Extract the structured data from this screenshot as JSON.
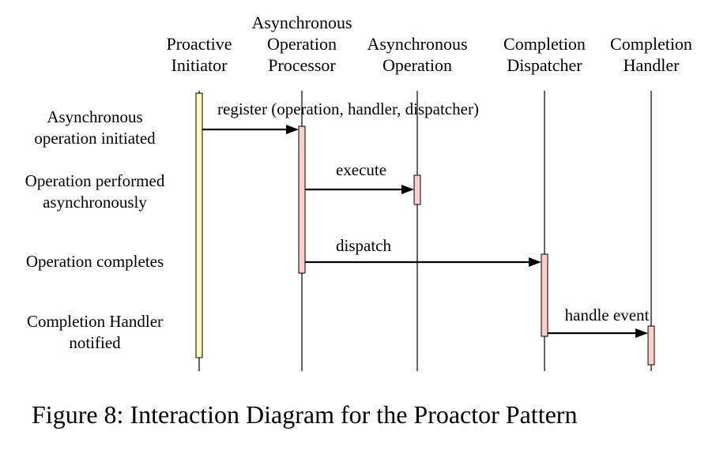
{
  "participants": [
    {
      "id": "initiator",
      "lines": [
        "Proactive",
        "Initiator"
      ]
    },
    {
      "id": "processor",
      "lines": [
        "Asynchronous",
        "Operation",
        "Processor"
      ]
    },
    {
      "id": "async_op",
      "lines": [
        "Asynchronous",
        "Operation"
      ]
    },
    {
      "id": "dispatcher",
      "lines": [
        "Completion",
        "Dispatcher"
      ]
    },
    {
      "id": "handler",
      "lines": [
        "Completion",
        "Handler"
      ]
    }
  ],
  "phases": [
    {
      "lines": [
        "Asynchronous",
        "operation initiated"
      ]
    },
    {
      "lines": [
        "Operation performed",
        "asynchronously"
      ]
    },
    {
      "lines": [
        "Operation completes"
      ]
    },
    {
      "lines": [
        "Completion Handler",
        "notified"
      ]
    }
  ],
  "messages": [
    {
      "from": "initiator",
      "to": "processor",
      "label": "register (operation, handler, dispatcher)"
    },
    {
      "from": "processor",
      "to": "async_op",
      "label": "execute"
    },
    {
      "from": "processor",
      "to": "dispatcher",
      "label": "dispatch"
    },
    {
      "from": "dispatcher",
      "to": "handler",
      "label": "handle event"
    }
  ],
  "colors": {
    "initiator_activation": "#fdfbb6",
    "activation": "#f7cfcb",
    "line": "#000000"
  },
  "caption": "Figure 8: Interaction Diagram for the Proactor Pattern"
}
